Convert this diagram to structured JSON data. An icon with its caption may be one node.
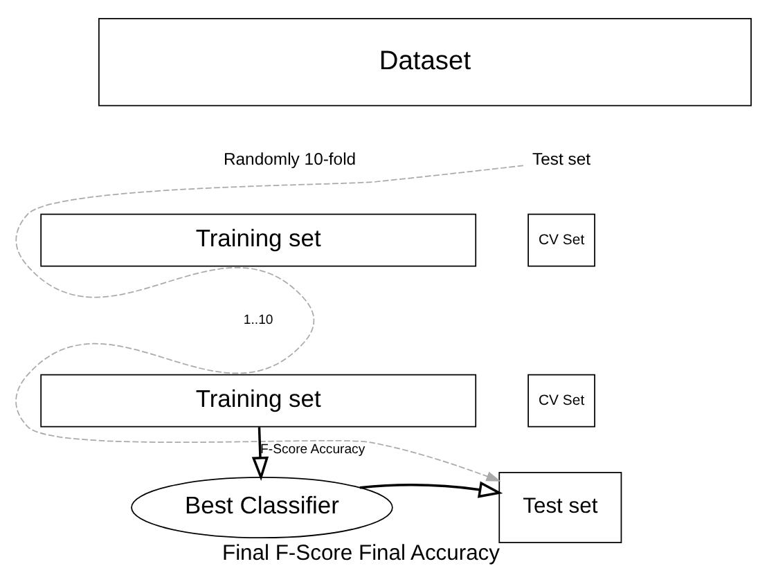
{
  "diagram": {
    "nodes": [
      {
        "text": [
          "Dataset"
        ]
      },
      {
        "text": [
          "Test set"
        ]
      },
      {
        "text": [
          "Training set"
        ]
      },
      {
        "text": [
          "CV Set"
        ]
      },
      {
        "text": [
          "Training set"
        ]
      },
      {
        "text": [
          "CV Set"
        ]
      },
      {
        "text": [
          "Best Classifier"
        ]
      },
      {
        "text": [
          "Test set"
        ],
        "beside": [
          "Final F-Score Final Accuracy"
        ]
      }
    ],
    "edges": [
      {
        "from": 1,
        "to": 7,
        "arrow": "to",
        "style": "dashed",
        "color": "#aaaaaa"
      },
      {
        "from": 4,
        "to": 6,
        "arrow": "to",
        "label": "F-Score Accuracy"
      },
      {
        "from": 6,
        "to": 7,
        "arrow": "to"
      }
    ],
    "labels": [
      "Randomly 10-fold",
      "1..10"
    ]
  }
}
